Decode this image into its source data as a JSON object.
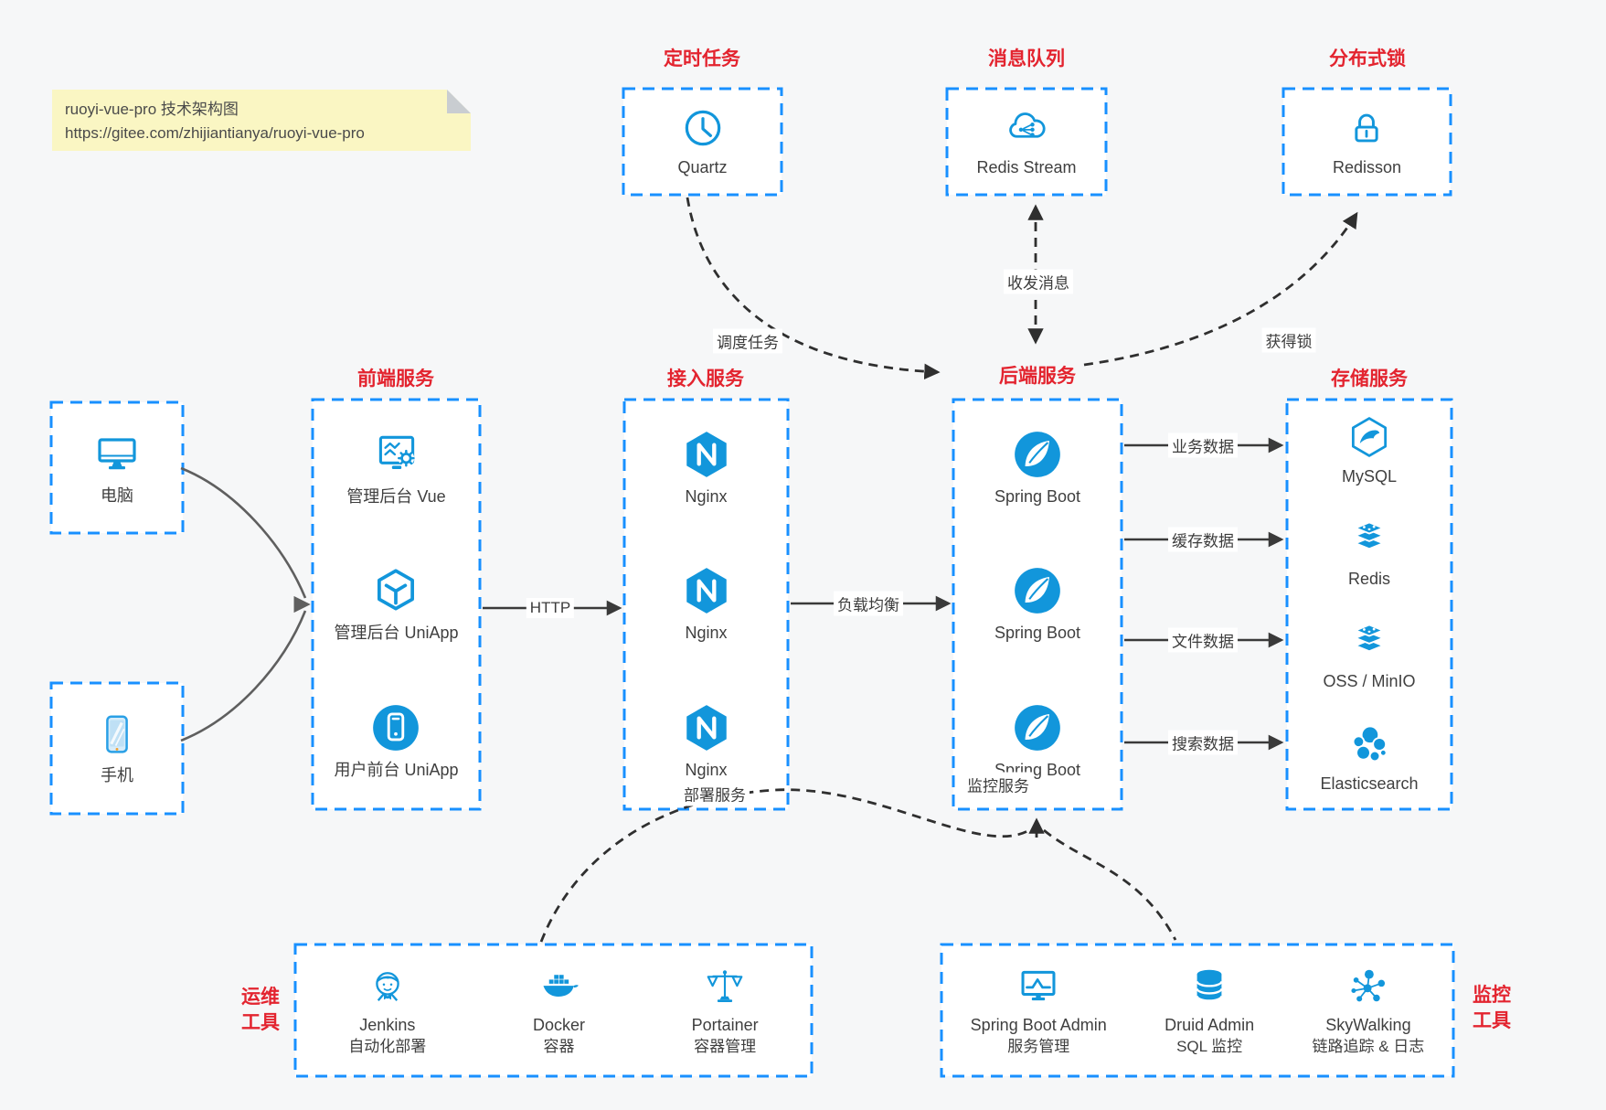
{
  "note": {
    "line1": "ruoyi-vue-pro 技术架构图",
    "line2": "https://gitee.com/zhijiantianya/ruoyi-vue-pro"
  },
  "colors": {
    "accent_blue": "#1890ff",
    "icon_blue": "#1296db",
    "title_red": "#e3242f",
    "note_bg": "#faf6c3",
    "arrow_dark": "#3a3a3a"
  },
  "groups": {
    "scheduled": {
      "title": "定时任务",
      "items": [
        {
          "label": "Quartz",
          "icon": "clock-icon"
        }
      ]
    },
    "mq": {
      "title": "消息队列",
      "items": [
        {
          "label": "Redis Stream",
          "icon": "cloud-mq-icon"
        }
      ]
    },
    "lock": {
      "title": "分布式锁",
      "items": [
        {
          "label": "Redisson",
          "icon": "lock-icon"
        }
      ]
    },
    "clients": {
      "items": [
        {
          "label": "电脑",
          "icon": "desktop-icon"
        },
        {
          "label": "手机",
          "icon": "smartphone-icon"
        }
      ]
    },
    "frontend": {
      "title": "前端服务",
      "items": [
        {
          "label": "管理后台 Vue",
          "icon": "admin-console-icon"
        },
        {
          "label": "管理后台 UniApp",
          "icon": "cube-icon"
        },
        {
          "label": "用户前台 UniApp",
          "icon": "mobile-app-icon"
        }
      ]
    },
    "gateway": {
      "title": "接入服务",
      "items": [
        {
          "label": "Nginx",
          "icon": "nginx-icon"
        },
        {
          "label": "Nginx",
          "icon": "nginx-icon"
        },
        {
          "label": "Nginx",
          "icon": "nginx-icon"
        }
      ]
    },
    "backend": {
      "title": "后端服务",
      "items": [
        {
          "label": "Spring Boot",
          "icon": "spring-icon"
        },
        {
          "label": "Spring Boot",
          "icon": "spring-icon"
        },
        {
          "label": "Spring Boot",
          "icon": "spring-icon"
        }
      ]
    },
    "storage": {
      "title": "存储服务",
      "items": [
        {
          "label": "MySQL",
          "icon": "mysql-icon"
        },
        {
          "label": "Redis",
          "icon": "storage-stack-icon"
        },
        {
          "label": "OSS / MinIO",
          "icon": "storage-stack-icon"
        },
        {
          "label": "Elasticsearch",
          "icon": "elasticsearch-icon"
        }
      ]
    },
    "devops": {
      "title_line1": "运维",
      "title_line2": "工具",
      "items": [
        {
          "label": "Jenkins",
          "sublabel": "自动化部署",
          "icon": "jenkins-icon"
        },
        {
          "label": "Docker",
          "sublabel": "容器",
          "icon": "docker-icon"
        },
        {
          "label": "Portainer",
          "sublabel": "容器管理",
          "icon": "portainer-icon"
        }
      ]
    },
    "monitoring": {
      "title_line1": "监控",
      "title_line2": "工具",
      "items": [
        {
          "label": "Spring Boot Admin",
          "sublabel": "服务管理",
          "icon": "monitor-chart-icon"
        },
        {
          "label": "Druid Admin",
          "sublabel": "SQL 监控",
          "icon": "database-icon"
        },
        {
          "label": "SkyWalking",
          "sublabel": "链路追踪 & 日志",
          "icon": "topology-icon"
        }
      ]
    }
  },
  "edges": {
    "http": "HTTP",
    "load_balance": "负载均衡",
    "biz_data": "业务数据",
    "cache_data": "缓存数据",
    "file_data": "文件数据",
    "search_data": "搜索数据",
    "schedule": "调度任务",
    "messages": "收发消息",
    "acquire_lock": "获得锁",
    "deploy": "部署服务",
    "monitor": "监控服务"
  }
}
